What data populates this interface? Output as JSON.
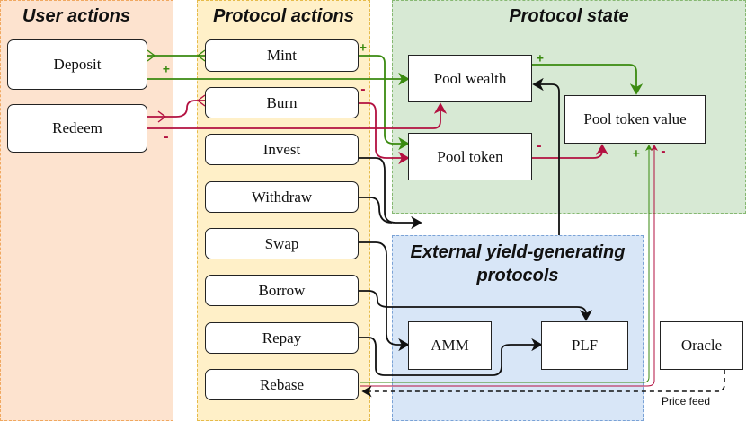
{
  "lanes": {
    "user_actions": "User actions",
    "protocol_actions": "Protocol actions",
    "protocol_state": "Protocol state",
    "external_line1": "External yield-generating",
    "external_line2": "protocols"
  },
  "user_actions": {
    "deposit": "Deposit",
    "redeem": "Redeem"
  },
  "protocol_actions": {
    "mint": "Mint",
    "burn": "Burn",
    "invest": "Invest",
    "withdraw": "Withdraw",
    "swap": "Swap",
    "borrow": "Borrow",
    "repay": "Repay",
    "rebase": "Rebase"
  },
  "protocol_state": {
    "pool_wealth": "Pool wealth",
    "pool_token": "Pool token",
    "pool_token_value": "Pool token value"
  },
  "external": {
    "amm": "AMM",
    "plf": "PLF"
  },
  "oracle": "Oracle",
  "price_feed_label": "Price feed",
  "signs": {
    "plus": "+",
    "minus": "-"
  },
  "colors": {
    "positive": "#3a8a10",
    "negative": "#b31040",
    "neutral": "#111111"
  }
}
